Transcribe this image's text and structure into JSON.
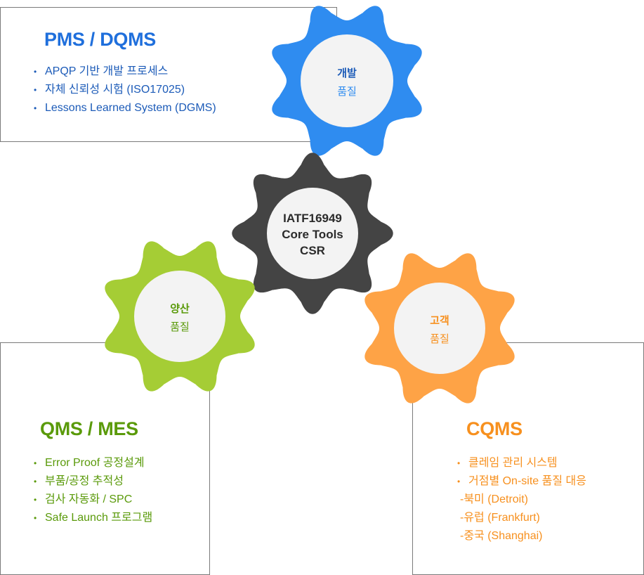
{
  "colors": {
    "blue": "#2f8cf0",
    "dark": "#444444",
    "green": "#a5cd35",
    "orange": "#fea346",
    "inner": "#f3f3f3",
    "blue_text": "#1c5bb8",
    "green_text": "#5a9a0a",
    "orange_text": "#f7901e",
    "border": "#7a7a7a"
  },
  "gears": {
    "development": {
      "title": "개발",
      "subtitle": "품질"
    },
    "core": {
      "lines": [
        "IATF16949",
        "Core Tools",
        "CSR"
      ]
    },
    "production": {
      "title": "양산",
      "subtitle": "품질"
    },
    "customer": {
      "title": "고객",
      "subtitle": "품질"
    }
  },
  "boxes": {
    "pms": {
      "title": "PMS / DQMS",
      "items": [
        {
          "bullet": "•",
          "text": "APQP 기반 개발 프로세스"
        },
        {
          "bullet": "•",
          "text": "자체 신뢰성 시험 (ISO17025)"
        },
        {
          "bullet": "•",
          "text": "Lessons Learned System (DGMS)"
        }
      ]
    },
    "qms": {
      "title": "QMS / MES",
      "items": [
        {
          "bullet": "•",
          "text": "Error Proof 공정설계"
        },
        {
          "bullet": "•",
          "text": "부품/공정 추적성"
        },
        {
          "bullet": "•",
          "text": "검사 자동화 / SPC"
        },
        {
          "bullet": "•",
          "text": "Safe Launch 프로그램"
        }
      ]
    },
    "cqms": {
      "title": "CQMS",
      "items": [
        {
          "bullet": "•",
          "text": "클레임 관리 시스템"
        },
        {
          "bullet": "•",
          "text": "거점별 On-site 품질 대응"
        }
      ],
      "sub_items": [
        "-북미 (Detroit)",
        "-유럽 (Frankfurt)",
        "-중국 (Shanghai)"
      ]
    }
  }
}
